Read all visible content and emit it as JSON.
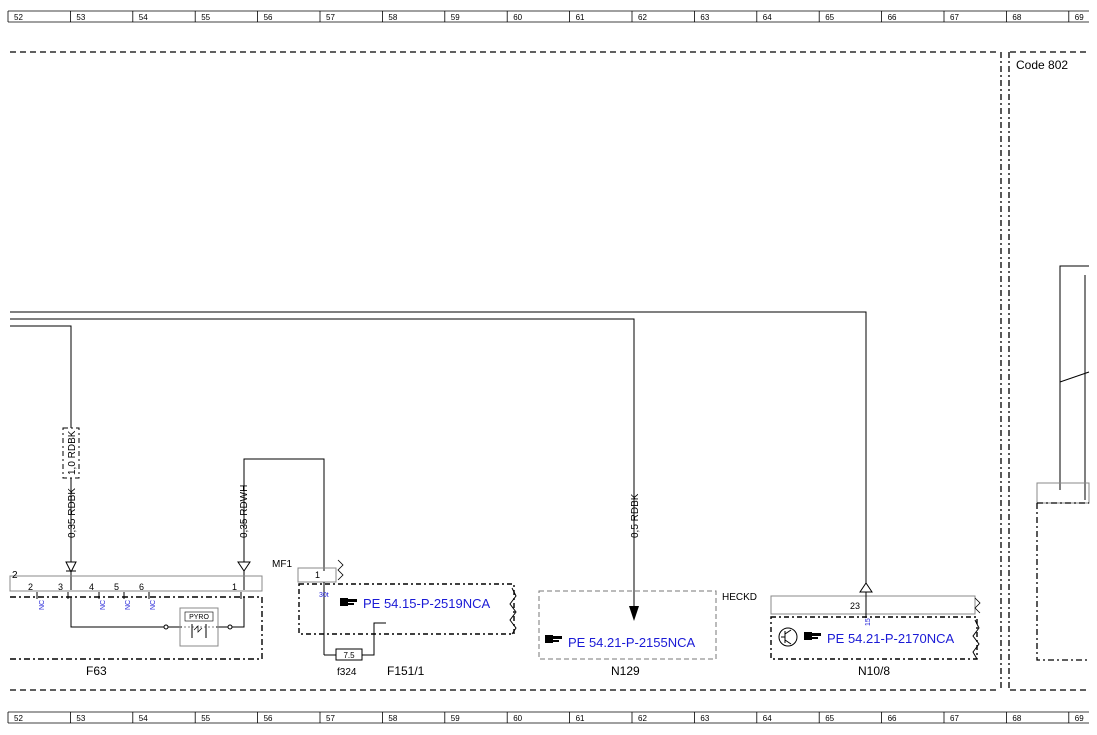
{
  "ruler": {
    "numbers": [
      "52",
      "53",
      "54",
      "55",
      "56",
      "57",
      "58",
      "59",
      "60",
      "61",
      "62",
      "63",
      "64",
      "65",
      "66",
      "67",
      "68",
      "69"
    ]
  },
  "option_code": "Code 802",
  "components": {
    "f63": {
      "ref": "F63",
      "pins": [
        "2",
        "3",
        "4",
        "5",
        "6",
        "1"
      ],
      "nc": [
        "NC",
        "NC",
        "NC",
        "NC"
      ],
      "pyro": "PYRO"
    },
    "f151": {
      "ref": "F151/1",
      "connector": "MF1",
      "pin": "1",
      "terminal": "30t",
      "fuse_rating": "7.5",
      "fuse_ref": "f324",
      "pe_link": "PE 54.15-P-2519NCA"
    },
    "n129": {
      "ref": "N129",
      "pe_link": "PE 54.21-P-2155NCA"
    },
    "n10": {
      "ref": "N10/8",
      "connector": "HECKD",
      "pin": "23",
      "terminal": "15",
      "pe_link": "PE 54.21-P-2170NCA"
    }
  },
  "wires": {
    "f63_main": "0,35 RDBK",
    "f63_alt": "1,0 RDBK",
    "f63_pin1": "0,35 RDWH",
    "n129": "0,5 RDBK"
  },
  "icons": [
    "hand-pointer-icon",
    "transistor-icon"
  ]
}
